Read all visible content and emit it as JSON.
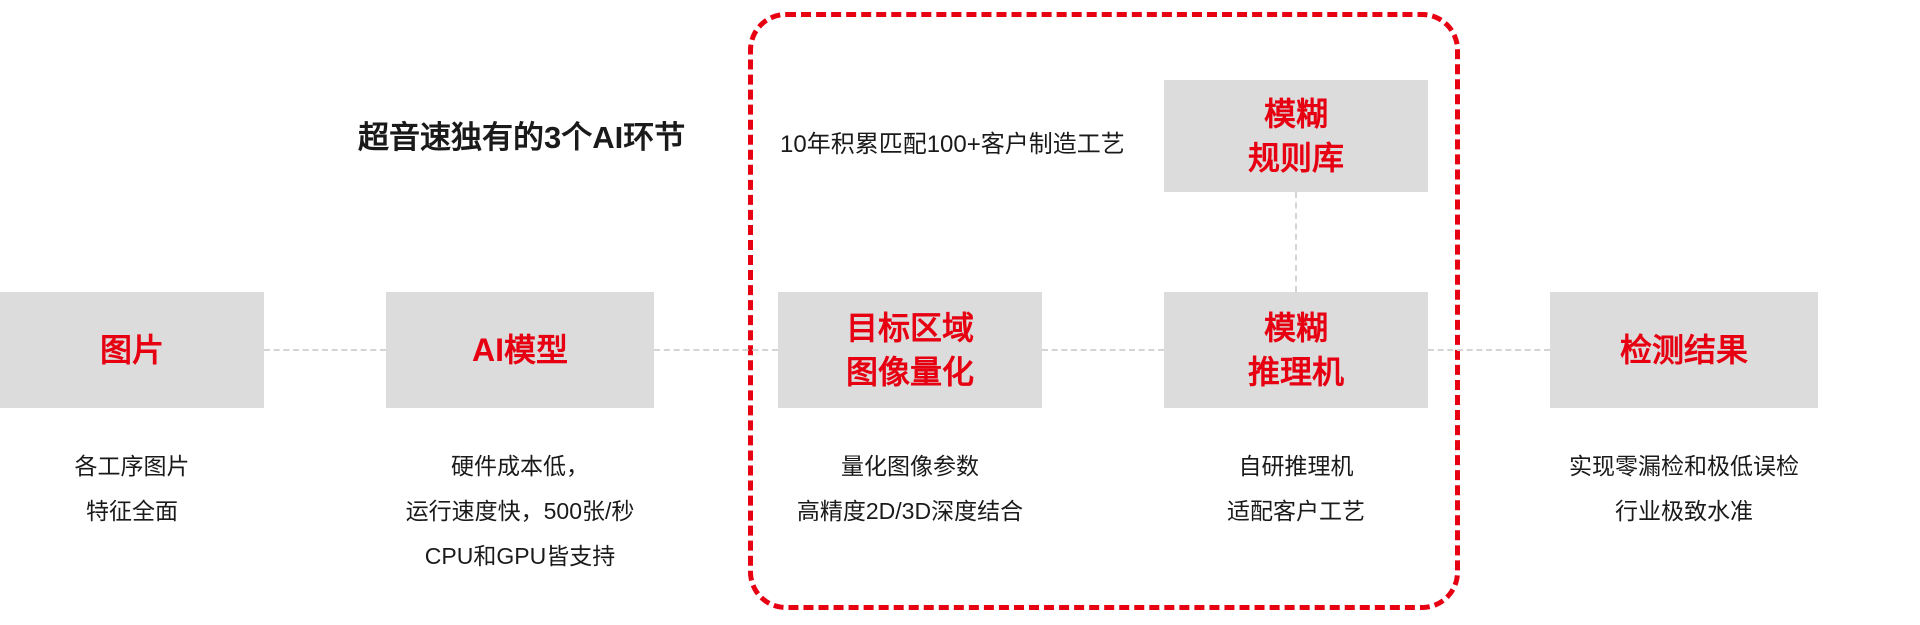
{
  "title": "超音速独有的3个AI环节",
  "annotation": "10年积累匹配100+客户制造工艺",
  "colors": {
    "accent_red": "#e60012",
    "node_background": "#dcdcdc",
    "text": "#1a1a1a",
    "connector": "#d4d4d4"
  },
  "rule_box": {
    "lines": [
      "模糊",
      "规则库"
    ]
  },
  "nodes": [
    {
      "id": "image",
      "lines": [
        "图片"
      ],
      "desc": [
        "各工序图片",
        "特征全面"
      ]
    },
    {
      "id": "ai-model",
      "lines": [
        "AI模型"
      ],
      "desc": [
        "硬件成本低，",
        "运行速度快，500张/秒",
        "CPU和GPU皆支持"
      ]
    },
    {
      "id": "target-quantization",
      "lines": [
        "目标区域",
        "图像量化"
      ],
      "desc": [
        "量化图像参数",
        "高精度2D/3D深度结合"
      ]
    },
    {
      "id": "fuzzy-inference",
      "lines": [
        "模糊",
        "推理机"
      ],
      "desc": [
        "自研推理机",
        "适配客户工艺"
      ]
    },
    {
      "id": "detection-result",
      "lines": [
        "检测结果"
      ],
      "desc": [
        "实现零漏检和极低误检",
        "行业极致水准"
      ]
    }
  ]
}
